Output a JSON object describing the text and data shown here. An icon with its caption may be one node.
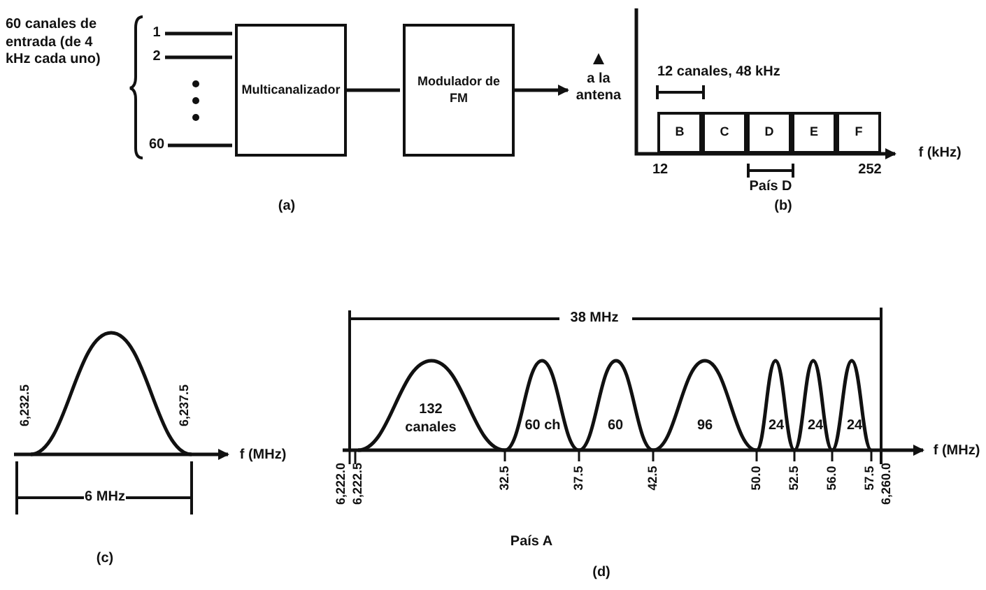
{
  "diagram": {
    "nodes": [
      {
        "text": [
          "1"
        ]
      },
      {
        "text": [
          "2"
        ]
      },
      {
        "text": [
          "60"
        ]
      },
      {
        "text": [
          "Multicanalizador"
        ]
      },
      {
        "text": [
          "Modulador de FM"
        ]
      },
      {
        "text": [
          "B"
        ]
      },
      {
        "text": [
          "C"
        ]
      },
      {
        "text": [
          "D"
        ]
      },
      {
        "text": [
          "E"
        ]
      },
      {
        "text": [
          "F"
        ]
      },
      {
        "text": [
          "a la antena"
        ]
      }
    ],
    "edges": [
      {
        "from": 0,
        "to": 3,
        "arrow": "none"
      },
      {
        "from": 1,
        "to": 3,
        "arrow": "none"
      },
      {
        "from": 2,
        "to": 3,
        "arrow": "none"
      },
      {
        "from": 3,
        "to": 4,
        "arrow": "none"
      },
      {
        "from": 4,
        "to": 10,
        "arrow": "to"
      }
    ],
    "labels": [
      "60 canales de entrada (de 4 kHz cada uno)",
      "12 canales, 48 kHz",
      "12",
      "252",
      "f (kHz)",
      "País D",
      "(a)",
      "(b)",
      "38 MHz",
      "6,232.5",
      "6,237.5",
      "132 canales",
      "60 ch",
      "60",
      "96",
      "24",
      "24",
      "24",
      "f (MHz)",
      "f (MHz)",
      "6 MHz",
      "6,222.0",
      "6,222.5",
      "32.5",
      "37.5",
      "42.5",
      "50.0",
      "52.5",
      "56.0",
      "57.5",
      "6,260.0",
      "País A",
      "(c)",
      "(d)"
    ]
  }
}
